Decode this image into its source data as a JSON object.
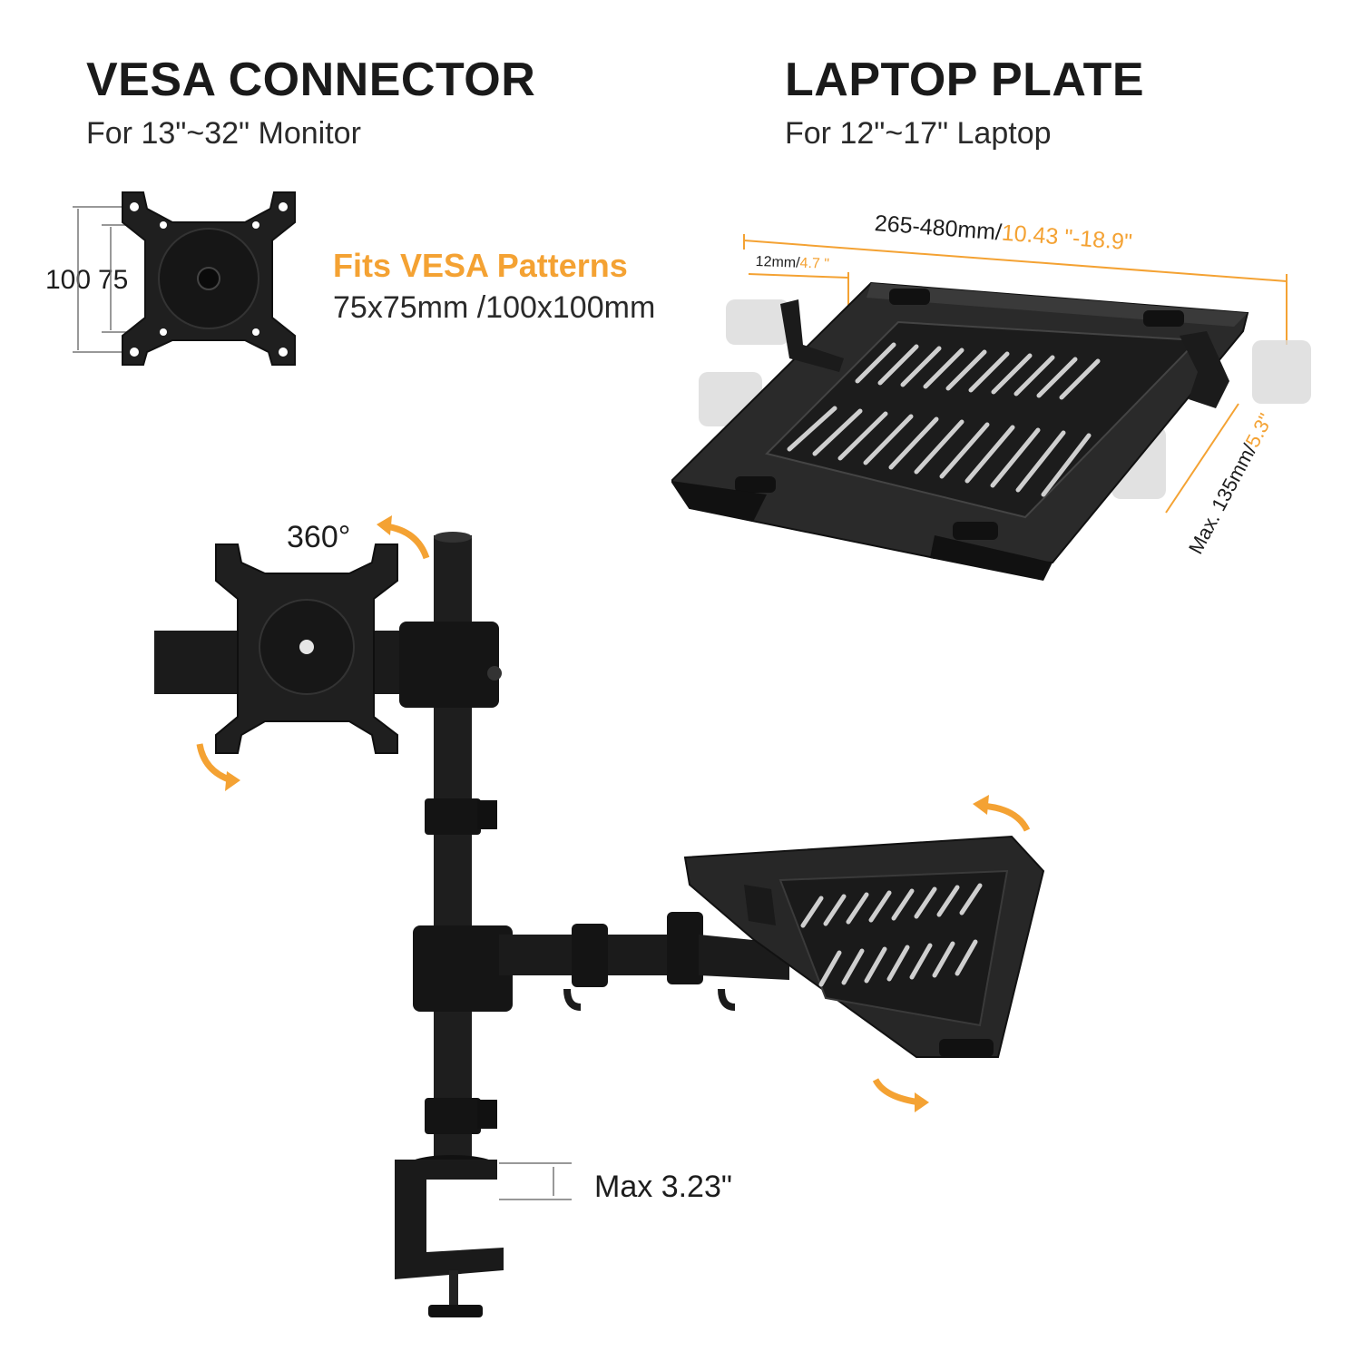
{
  "vesa": {
    "title": "VESA CONNECTOR",
    "subtitle": "For 13\"~32\" Monitor",
    "dim_outer": "100",
    "dim_inner": "75",
    "fits_title": "Fits VESA Patterns",
    "fits_sub": "75x75mm /100x100mm"
  },
  "laptop": {
    "title": "LAPTOP PLATE",
    "subtitle": "For 12\"~17\" Laptop",
    "width_mm": "265-480mm/",
    "width_in": "10.43 \"-18.9\"",
    "arm_mm": "12mm/",
    "arm_in": "4.7 \"",
    "depth_mm": "Max. 135mm/",
    "depth_in": "5.3\""
  },
  "mount": {
    "rotation_label": "360°",
    "clamp_label": "Max",
    "clamp_value": "3.23\""
  },
  "colors": {
    "accent": "#f4a233",
    "metal": "#1e1e1e",
    "text": "#1a1a1a"
  }
}
